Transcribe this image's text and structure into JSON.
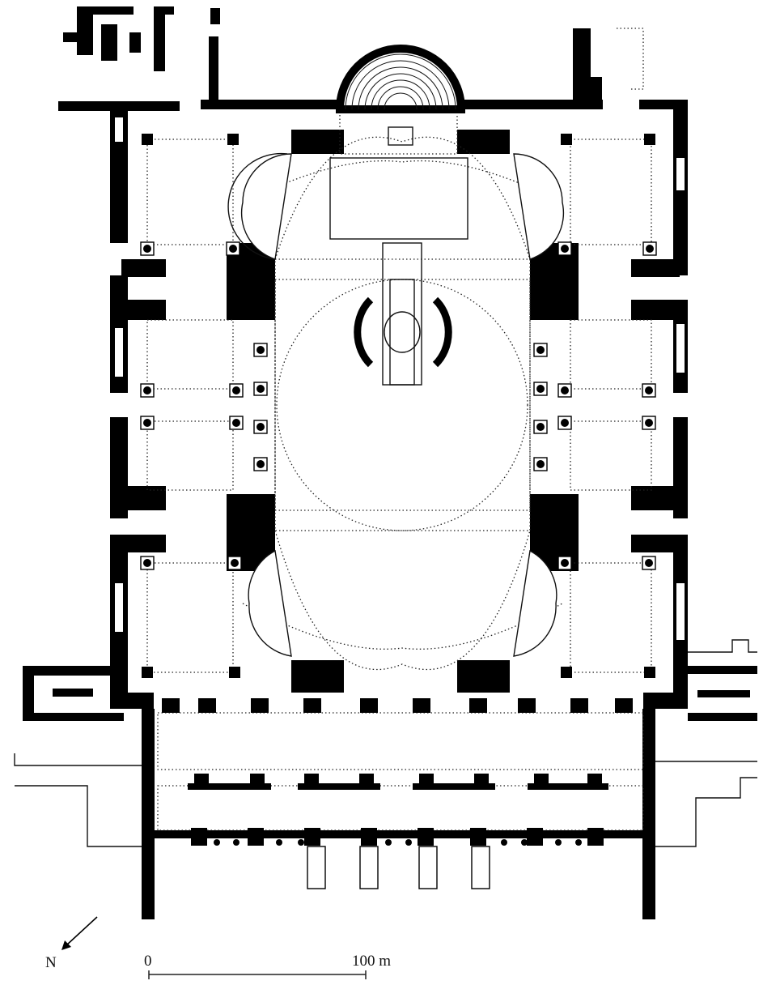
{
  "legend": {
    "north_label": "N",
    "scale_start": "0",
    "scale_end": "100 m"
  }
}
